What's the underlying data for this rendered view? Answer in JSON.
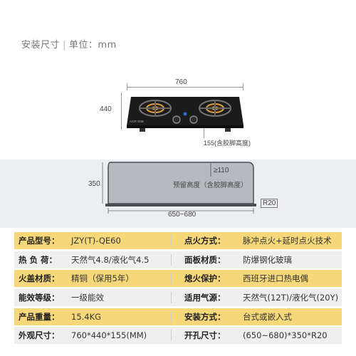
{
  "header": {
    "title_left": "安装尺寸",
    "divider": "|",
    "title_right": "单位：mm"
  },
  "diagram": {
    "width_label": "760",
    "depth_label": "440",
    "height_label": "155(含胶脚高度)",
    "brand_mark": "AGR·S6B"
  },
  "cutout": {
    "depth_label": "350",
    "min_gap_label": "≥110",
    "reserve_label": "预留高度（含胶脚高度）",
    "width_label": "650~680",
    "corner_label": "R20"
  },
  "specs": [
    {
      "k1": "产品型号：",
      "v1": "JZY(T)-QE60",
      "k2": "点火方式：",
      "v2": "脉冲点火+延时点火技术",
      "style": "accent"
    },
    {
      "k1": "热 负 荷：",
      "v1": "天然气4.8/液化气4.5",
      "k2": "面板材质：",
      "v2": "防爆钢化玻璃",
      "style": "shade"
    },
    {
      "k1": "火盖材质：",
      "v1": "精铜（保用5年）",
      "k2": "熄火保护：",
      "v2": "西班牙进口热电偶",
      "style": "accent"
    },
    {
      "k1": "能效等级：",
      "v1": "一级能效",
      "k2": "适用气源：",
      "v2": "天然气(12T)/液化气(20Y)",
      "style": "shade"
    },
    {
      "k1": "产品重量：",
      "v1": "15.4KG",
      "k2": "安装方式：",
      "v2": "台式或嵌入式",
      "style": "accent"
    },
    {
      "k1": "外观尺寸：",
      "v1": "760*440*155(MM)",
      "k2": "开孔尺寸：",
      "v2": "(650~680)*350*R20",
      "style": "shade"
    }
  ],
  "colors": {
    "accent_row": "#f6d87a",
    "shade_row": "#efefef",
    "panel": "#1b1b1b",
    "flame": "#d9a14a"
  }
}
